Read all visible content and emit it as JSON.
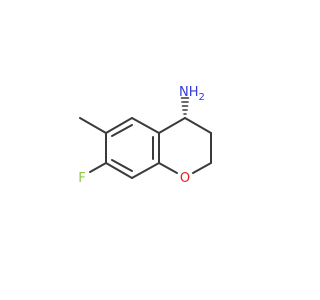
{
  "molecule": {
    "atoms": {
      "nh2": {
        "text": "NH",
        "sub": "2",
        "color": "#2f3bd6"
      },
      "f": {
        "text": "F",
        "color": "#8ec64a"
      },
      "o": {
        "text": "O",
        "color": "#e02020"
      }
    },
    "bond_color": "#3a3a3a",
    "background": "#ffffff"
  }
}
